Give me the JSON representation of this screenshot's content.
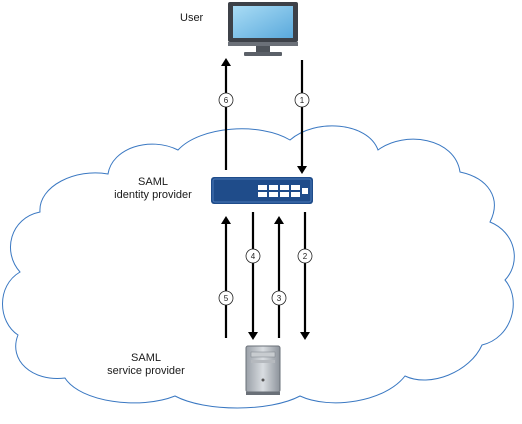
{
  "nodes": {
    "user": {
      "label": "User",
      "icon": "monitor-icon"
    },
    "idp": {
      "label_line1": "SAML",
      "label_line2": "identity provider",
      "icon": "network-appliance-icon"
    },
    "sp": {
      "label_line1": "SAML",
      "label_line2": "service provider",
      "icon": "server-tower-icon"
    }
  },
  "steps": [
    {
      "number": "1",
      "from": "user",
      "to": "idp"
    },
    {
      "number": "2",
      "from": "idp",
      "to": "sp"
    },
    {
      "number": "3",
      "from": "sp",
      "to": "idp"
    },
    {
      "number": "4",
      "from": "idp",
      "to": "sp"
    },
    {
      "number": "5",
      "from": "sp",
      "to": "idp"
    },
    {
      "number": "6",
      "from": "idp",
      "to": "user"
    }
  ],
  "colors": {
    "cloud_stroke": "#3a78c2",
    "arrow": "#000000",
    "appliance": "#1f4c8a",
    "monitor_screen": "#7fc3ea",
    "monitor_body": "#5b6068"
  }
}
